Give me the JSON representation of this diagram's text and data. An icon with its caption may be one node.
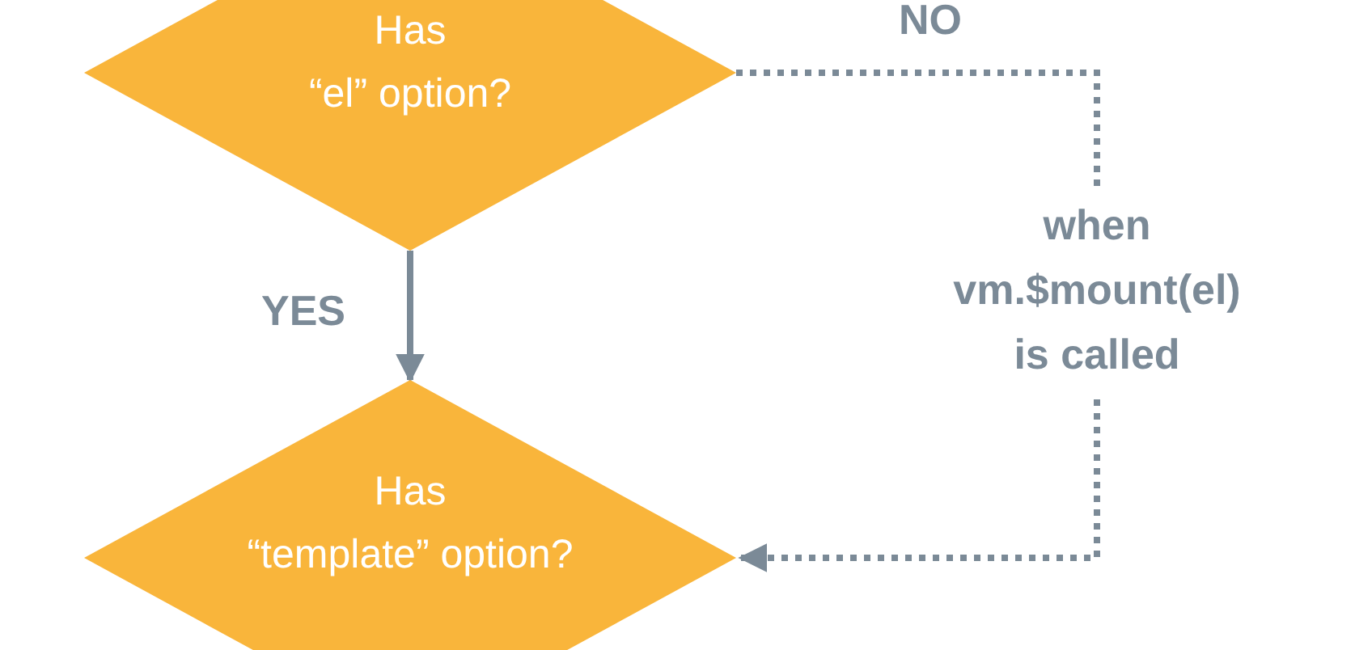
{
  "diagram": {
    "nodes": [
      {
        "text": [
          "Has “el” option?"
        ]
      },
      {
        "text": [
          "Has “template” option?"
        ]
      }
    ],
    "edges": [
      {
        "from": 0,
        "to": 1,
        "arrow": "to",
        "label": "YES"
      },
      {
        "from": 0,
        "to": 1,
        "arrow": "to",
        "label": "NO",
        "style": "dashed"
      }
    ],
    "labels": [
      "when vm.$mount(el) is called"
    ]
  }
}
